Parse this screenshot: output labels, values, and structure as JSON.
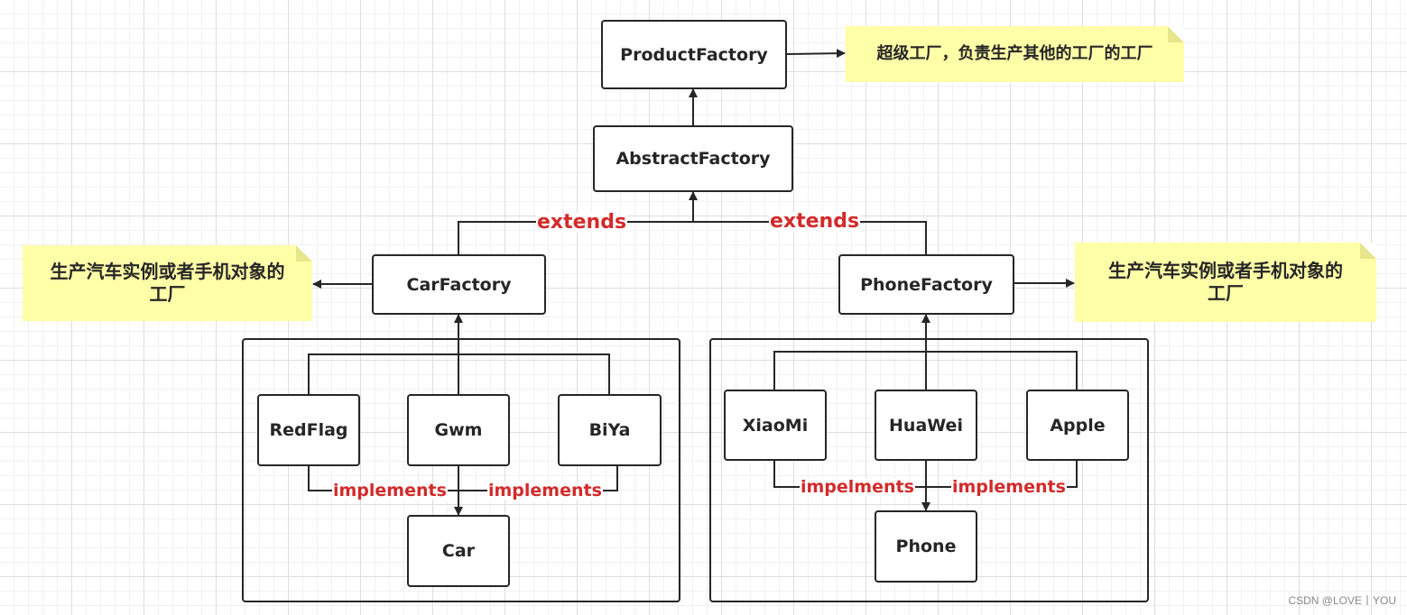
{
  "nodes": {
    "product_factory": "ProductFactory",
    "abstract_factory": "AbstractFactory",
    "car_factory": "CarFactory",
    "phone_factory": "PhoneFactory",
    "red_flag": "RedFlag",
    "gwm": "Gwm",
    "biya": "BiYa",
    "car": "Car",
    "xiaomi": "XiaoMi",
    "huawei": "HuaWei",
    "apple": "Apple",
    "phone": "Phone"
  },
  "notes": {
    "super_factory": "超级工厂，负责生产其他的工厂的工厂",
    "car_note": "生产汽车实例或者手机对象的\n工厂",
    "phone_note": "生产汽车实例或者手机对象的\n工厂"
  },
  "edge_labels": {
    "extends_left": "extends",
    "extends_right": "extends",
    "car_implements_left": "implements",
    "car_implements_right": "implements",
    "phone_implements_left": "impelments",
    "phone_implements_right": "implements"
  },
  "colors": {
    "line": "#262626",
    "label": "#d32a2a",
    "note_fill": "#ffffa8"
  },
  "watermark": "CSDN @LOVE丨YOU"
}
